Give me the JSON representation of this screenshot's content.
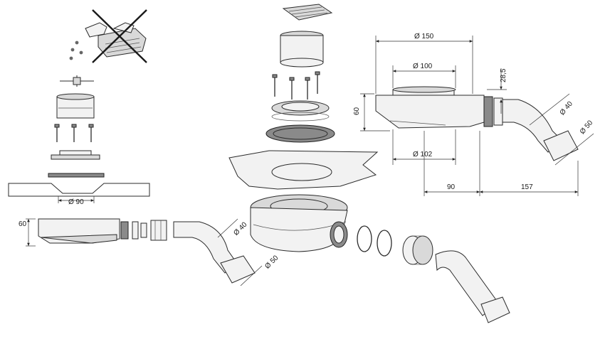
{
  "drawing": {
    "labels": {
      "d150": "Ø 150",
      "d100": "Ø 100",
      "d102": "Ø 102",
      "d40_top": "Ø 40",
      "d50_top": "Ø 50",
      "h28_5": "28,5",
      "h60_top": "60",
      "w90_top": "90",
      "w157": "157",
      "d90_left": "Ø 90",
      "h60_left": "60",
      "d40_left": "Ø 40",
      "d50_left": "Ø 50"
    },
    "icons": {
      "crossed_out": "prohibited-cleaning-icon",
      "cross_color": "#1a1a1a"
    }
  }
}
